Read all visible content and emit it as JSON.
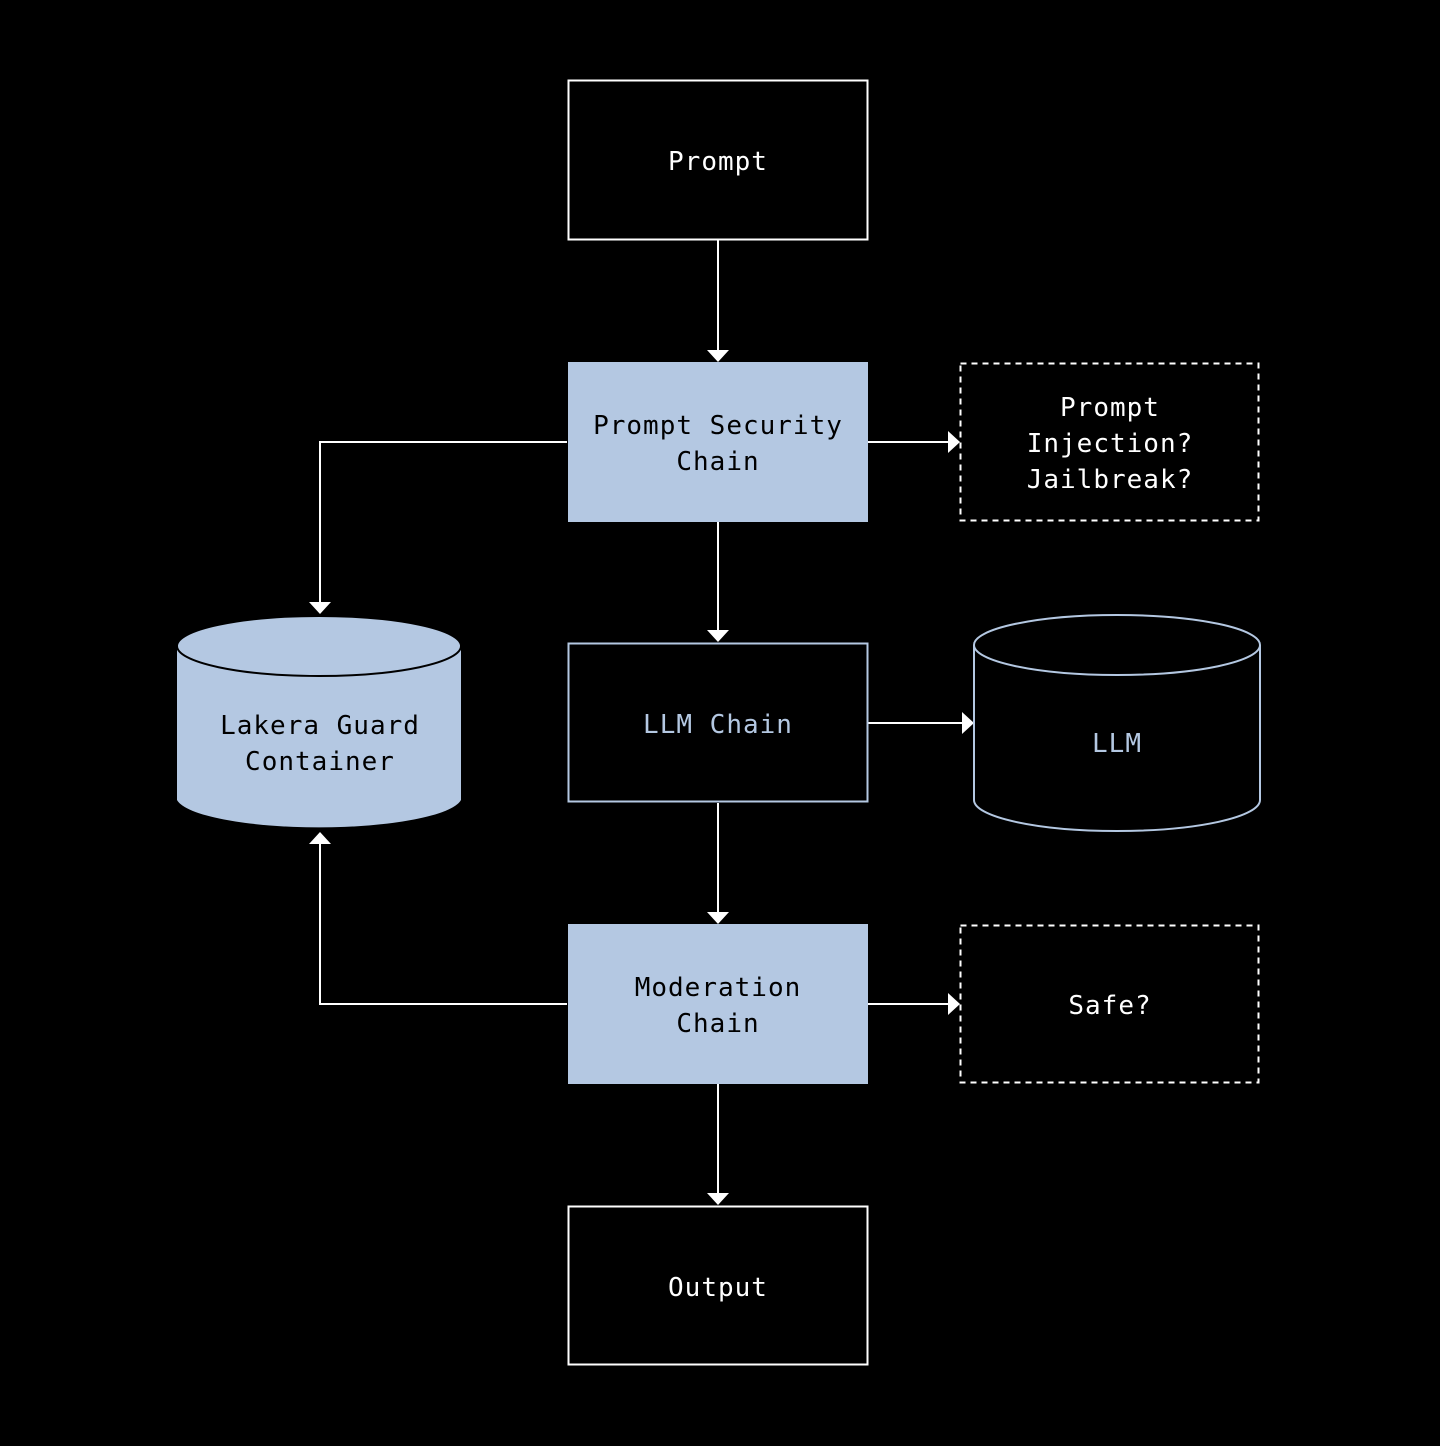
{
  "colors": {
    "background": "#000000",
    "white": "#FFFFFF",
    "accent_fill": "#B4C8E2",
    "accent_line": "#B4C8E2",
    "dark_text": "#000000"
  },
  "nodes": {
    "prompt": {
      "label": "Prompt"
    },
    "prompt_security": {
      "line1": "Prompt Security",
      "line2": "Chain"
    },
    "prompt_check": {
      "line1": "Prompt",
      "line2": "Injection?",
      "line3": "Jailbreak?"
    },
    "lakera": {
      "line1": "Lakera Guard",
      "line2": "Container"
    },
    "llm_chain": {
      "label": "LLM Chain"
    },
    "llm": {
      "label": "LLM"
    },
    "moderation": {
      "line1": "Moderation",
      "line2": "Chain"
    },
    "safe_check": {
      "label": "Safe?"
    },
    "output": {
      "label": "Output"
    }
  }
}
